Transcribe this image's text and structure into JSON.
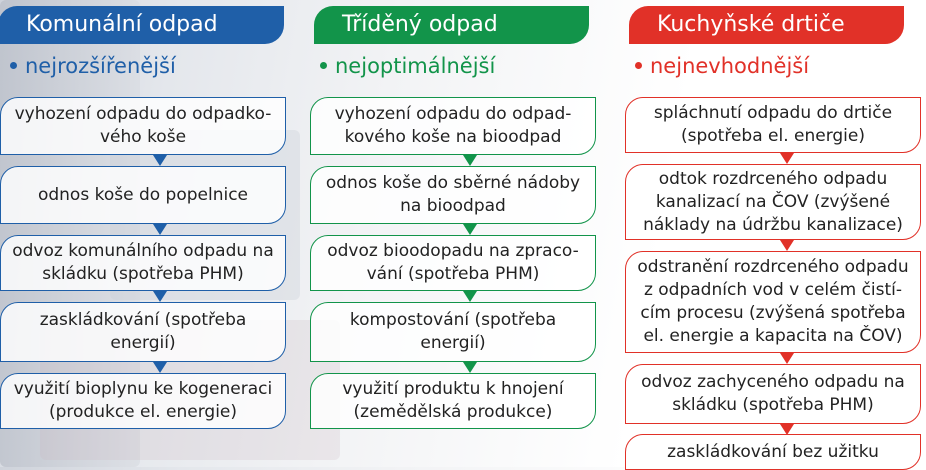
{
  "columns": [
    {
      "title": "Komunální odpad",
      "subtitle": "nejrozšířenější",
      "color": "#1f5fa8",
      "steps": [
        "vyhození odpadu do odpadko-vého koše",
        "odnos koše do popelnice",
        "odvoz komunálního odpadu na skládku (spotřeba PHM)",
        "zaskládkování (spotřeba energií)",
        "využití bioplynu ke kogeneraci (produkce el. energie)"
      ]
    },
    {
      "title": "Tříděný odpad",
      "subtitle": "nejoptimálnější",
      "color": "#12944a",
      "steps": [
        "vyhození odpadu do odpad-kového koše na bioodpad",
        "odnos koše do sběrné nádoby na bioodpad",
        "odvoz bioodopadu na zpraco-vání (spotřeba PHM)",
        "kompostování (spotřeba energií)",
        "využití produktu k hnojení (zemědělská produkce)"
      ]
    },
    {
      "title": "Kuchyňské drtiče",
      "subtitle": "nejnevhodnější",
      "color": "#e13128",
      "steps": [
        "spláchnutí odpadu do drtiče (spotřeba el. energie)",
        "odtok rozdrceného odpadu kanalizací na ČOV (zvýšené náklady na údržbu kanalizace)",
        "odstranění rozdrceného odpadu z odpadních vod v celém čistí-cím procesu (zvýšená spotřeba el. energie a kapacita na ČOV)",
        "odvoz zachyceného odpadu na skládku (spotřeba PHM)",
        "zaskládkování bez užitku"
      ]
    }
  ]
}
